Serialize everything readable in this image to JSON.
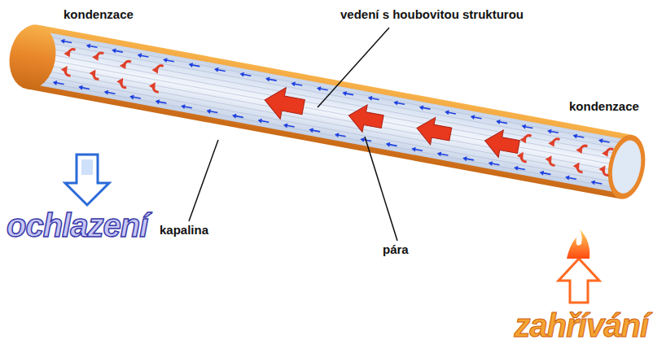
{
  "diagram": {
    "labels": [
      "kondenzace",
      "vedení s houbovitou strukturou",
      "kondenzace",
      "ochlazení",
      "kapalina",
      "pára",
      "zahřívání"
    ]
  }
}
